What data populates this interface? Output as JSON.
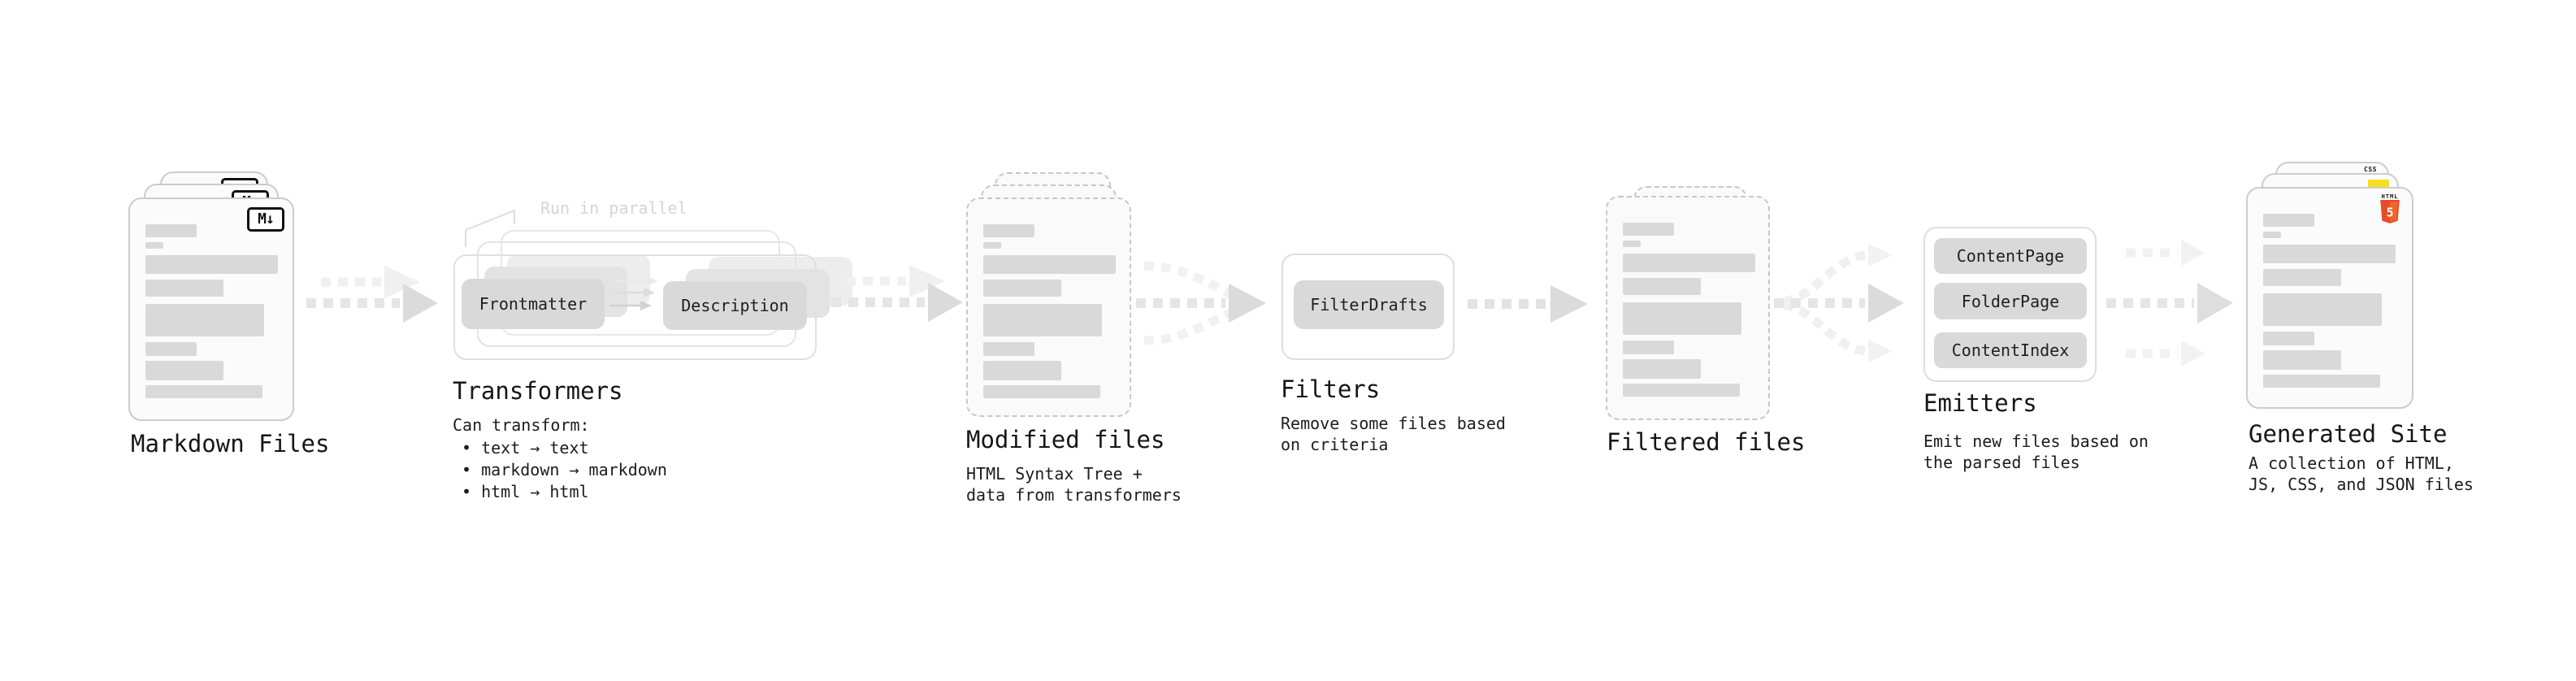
{
  "diagram": {
    "markdown": {
      "title": "Markdown Files",
      "icon_label": "M↓"
    },
    "transformers": {
      "title": "Transformers",
      "parallel_note": "Run in parallel",
      "node_frontmatter": "Frontmatter",
      "node_description": "Description",
      "desc_heading": "Can transform:",
      "bullets": [
        "• text → text",
        "• markdown → markdown",
        "• html → html"
      ]
    },
    "modified": {
      "title": "Modified files",
      "desc_lines": [
        "HTML Syntax Tree +",
        "data from transformers"
      ]
    },
    "filters": {
      "title": "Filters",
      "node": "FilterDrafts",
      "desc_lines": [
        "Remove some files based",
        "on criteria"
      ]
    },
    "filtered": {
      "title": "Filtered files"
    },
    "emitters": {
      "title": "Emitters",
      "nodes": [
        "ContentPage",
        "FolderPage",
        "ContentIndex"
      ],
      "desc_lines": [
        "Emit new files based on",
        "the parsed files"
      ]
    },
    "generated": {
      "title": "Generated Site",
      "desc_lines": [
        "A collection of HTML,",
        "JS, CSS, and JSON files"
      ],
      "badge_html_label": "HTML",
      "badge_html_number": "5",
      "badge_css_label": "CSS"
    },
    "colors": {
      "html5_orange": "#e44d26",
      "html5_orange_light": "#f16529",
      "js_yellow": "#f7df1e",
      "css_blue": "#2b6fe3",
      "placeholder_bar": "#d9d9d9",
      "node_fill": "#d9d9d9",
      "arrow_gray": "#e5e5e5",
      "arrow_head": "#dbdbdb",
      "note_gray": "#d5d5d5"
    }
  }
}
